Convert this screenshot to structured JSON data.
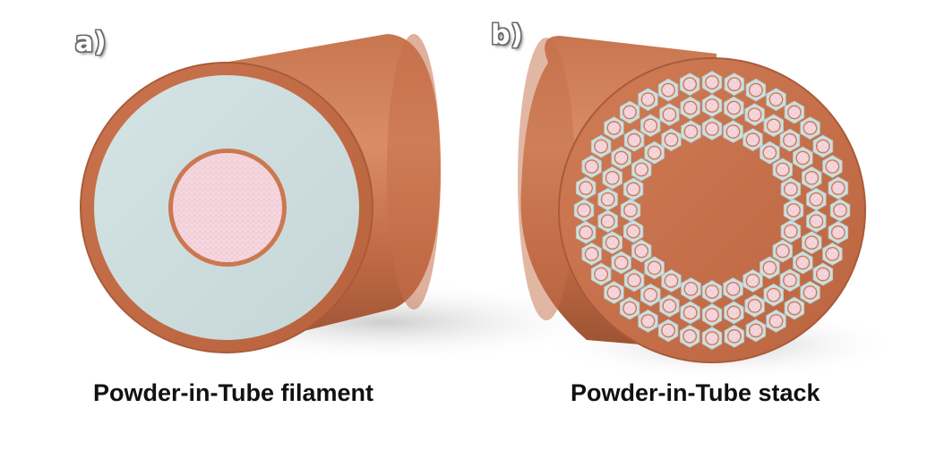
{
  "panels": [
    {
      "tag": "a)",
      "caption": "Powder-in-Tube filament"
    },
    {
      "tag": "b)",
      "caption": "Powder-in-Tube stack"
    }
  ],
  "colors": {
    "copper": "#cd7a52",
    "copper_dark": "#a85a38",
    "copper_light": "#e09a72",
    "ceramic": "#cfdedf",
    "powder": "#f3d3dc",
    "shadow": "#d9d9d9"
  },
  "stack": {
    "rings": [
      {
        "count": 36
      },
      {
        "count": 30
      },
      {
        "count": 24
      }
    ]
  }
}
